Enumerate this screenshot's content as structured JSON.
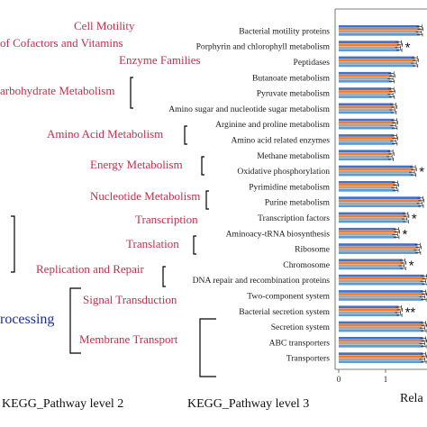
{
  "chart_data": {
    "type": "bar",
    "orientation": "horizontal",
    "categories": [
      "Bacterial motility proteins",
      "Porphyrin and chlorophyll metabolism",
      "Peptidases",
      "Butanoate metabolism",
      "Pyruvate metabolism",
      "Amino sugar and nucleotide sugar metabolism",
      "Arginine and proline metabolism",
      "Amino acid related enzymes",
      "Methane metabolism",
      "Oxidative phosphorylation",
      "Pyrimidine metabolism",
      "Purine metabolism",
      "Transcription factors",
      "Aminoacy-tRNA biosynthesis",
      "Ribosome",
      "Chromosome",
      "DNA repair and recombination proteins",
      "Two-component system",
      "Bacterial secretion system",
      "Secretion system",
      "ABC transporters",
      "Transporters"
    ],
    "series": [
      {
        "values": [
          1.72,
          1.28,
          1.62,
          1.12,
          1.12,
          1.16,
          1.18,
          1.18,
          1.1,
          1.58,
          1.2,
          1.74,
          1.42,
          1.22,
          1.68,
          1.36,
          1.82,
          1.8,
          1.28,
          1.8,
          1.8,
          1.8
        ],
        "color": "#4472c4"
      },
      {
        "values": [
          1.74,
          1.3,
          1.64,
          1.14,
          1.14,
          1.18,
          1.2,
          1.2,
          1.12,
          1.6,
          1.22,
          1.76,
          1.44,
          1.24,
          1.7,
          1.38,
          1.84,
          1.82,
          1.3,
          1.82,
          1.82,
          1.82
        ],
        "color": "#ed7d31"
      },
      {
        "values": [
          1.7,
          1.26,
          1.6,
          1.1,
          1.1,
          1.14,
          1.16,
          1.16,
          1.08,
          1.56,
          1.18,
          1.72,
          1.4,
          1.2,
          1.66,
          1.34,
          1.8,
          1.78,
          1.26,
          1.78,
          1.78,
          1.78
        ],
        "color": "#a5a5a5"
      },
      {
        "values": [
          1.73,
          1.29,
          1.63,
          1.13,
          1.13,
          1.17,
          1.19,
          1.19,
          1.11,
          1.59,
          1.21,
          1.75,
          1.43,
          1.23,
          1.69,
          1.37,
          1.83,
          1.81,
          1.29,
          1.81,
          1.81,
          1.81
        ],
        "color": "#5b9bd5"
      }
    ],
    "significance": [
      "",
      "*",
      "",
      "",
      "",
      "",
      "",
      "",
      "",
      "*",
      "",
      "",
      "*",
      "*",
      "",
      "*",
      "",
      "",
      "**",
      "",
      "",
      ""
    ],
    "xticks": [
      "0",
      "1"
    ],
    "xlim": [
      0,
      1.9
    ],
    "grid": false
  },
  "level2": [
    {
      "label": "Cell Motility"
    },
    {
      "label": "of Cofactors and Vitamins"
    },
    {
      "label": "Enzyme Families"
    },
    {
      "label": "arbohydrate Metabolism"
    },
    {
      "label": "Amino Acid Metabolism"
    },
    {
      "label": "Energy Metabolism"
    },
    {
      "label": "Nucleotide Metabolism"
    },
    {
      "label": "Transcription"
    },
    {
      "label": "Translation"
    },
    {
      "label": "Replication and Repair"
    },
    {
      "label": "Signal Transduction"
    },
    {
      "label": "Membrane Transport"
    }
  ],
  "level1": [
    {
      "label": "rocessing"
    }
  ],
  "footer": {
    "level2_label": "KEGG_Pathway level 2",
    "level3_label": "KEGG_Pathway level 3",
    "x_label": "Rela"
  }
}
